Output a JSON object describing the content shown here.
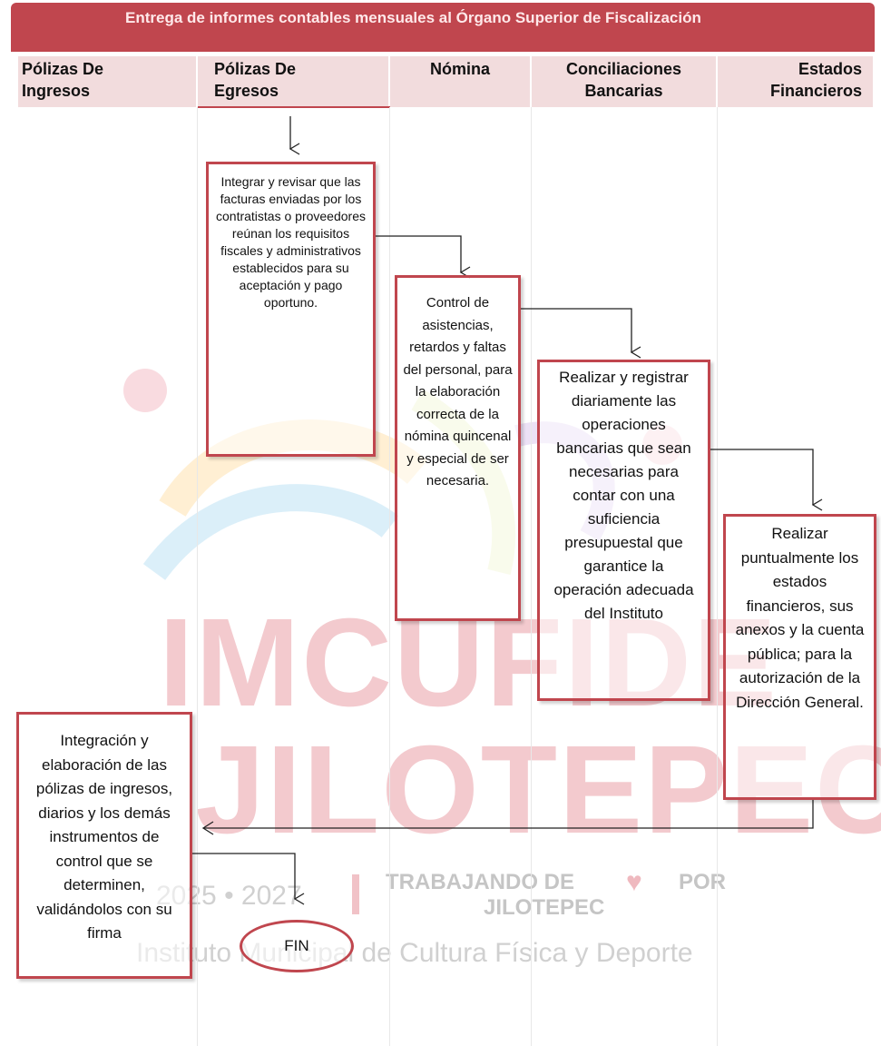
{
  "title": "Entrega de informes contables mensuales al Órgano Superior de Fiscalización",
  "lanes": [
    {
      "line1": "Pólizas De",
      "line2": "Ingresos"
    },
    {
      "line1": "Pólizas De",
      "line2": "Egresos"
    },
    {
      "line1": "Nómina",
      "line2": ""
    },
    {
      "line1": "Conciliaciones",
      "line2": "Bancarias"
    },
    {
      "line1": "Estados",
      "line2": "Financieros"
    }
  ],
  "steps": {
    "egresos": "Integrar y revisar que las facturas enviadas por los contratistas o proveedores reúnan los requisitos fiscales y administrativos establecidos para su aceptación y pago oportuno.",
    "nomina": "Control de asistencias, retardos y faltas del personal, para la elaboración correcta de la nómina quincenal y especial de ser necesaria.",
    "bancarias": "Realizar y registrar diariamente las operaciones bancarias que sean necesarias para contar con una suficiencia presupuestal que garantice la operación adecuada del Instituto",
    "financieros": "Realizar puntualmente los estados financieros, sus anexos y la cuenta pública; para la autorización de la Dirección General.",
    "ingresos": "Integración y elaboración de las pólizas de ingresos, diarios y los demás instrumentos de control que se determinen, validándolos con su firma"
  },
  "end_label": "FIN",
  "watermark": {
    "line1": "IMCUFIDE",
    "line2": "JILOTEPEC",
    "years": "2025 • 2027",
    "slogan_1": "TRABAJANDO DE",
    "slogan_2": "POR",
    "slogan_3": "JILOTEPEC",
    "institute": "Instituto Municipal de Cultura Física y Deporte"
  },
  "colors": {
    "accent": "#c0464e",
    "header_bg": "#f2dcdd"
  }
}
